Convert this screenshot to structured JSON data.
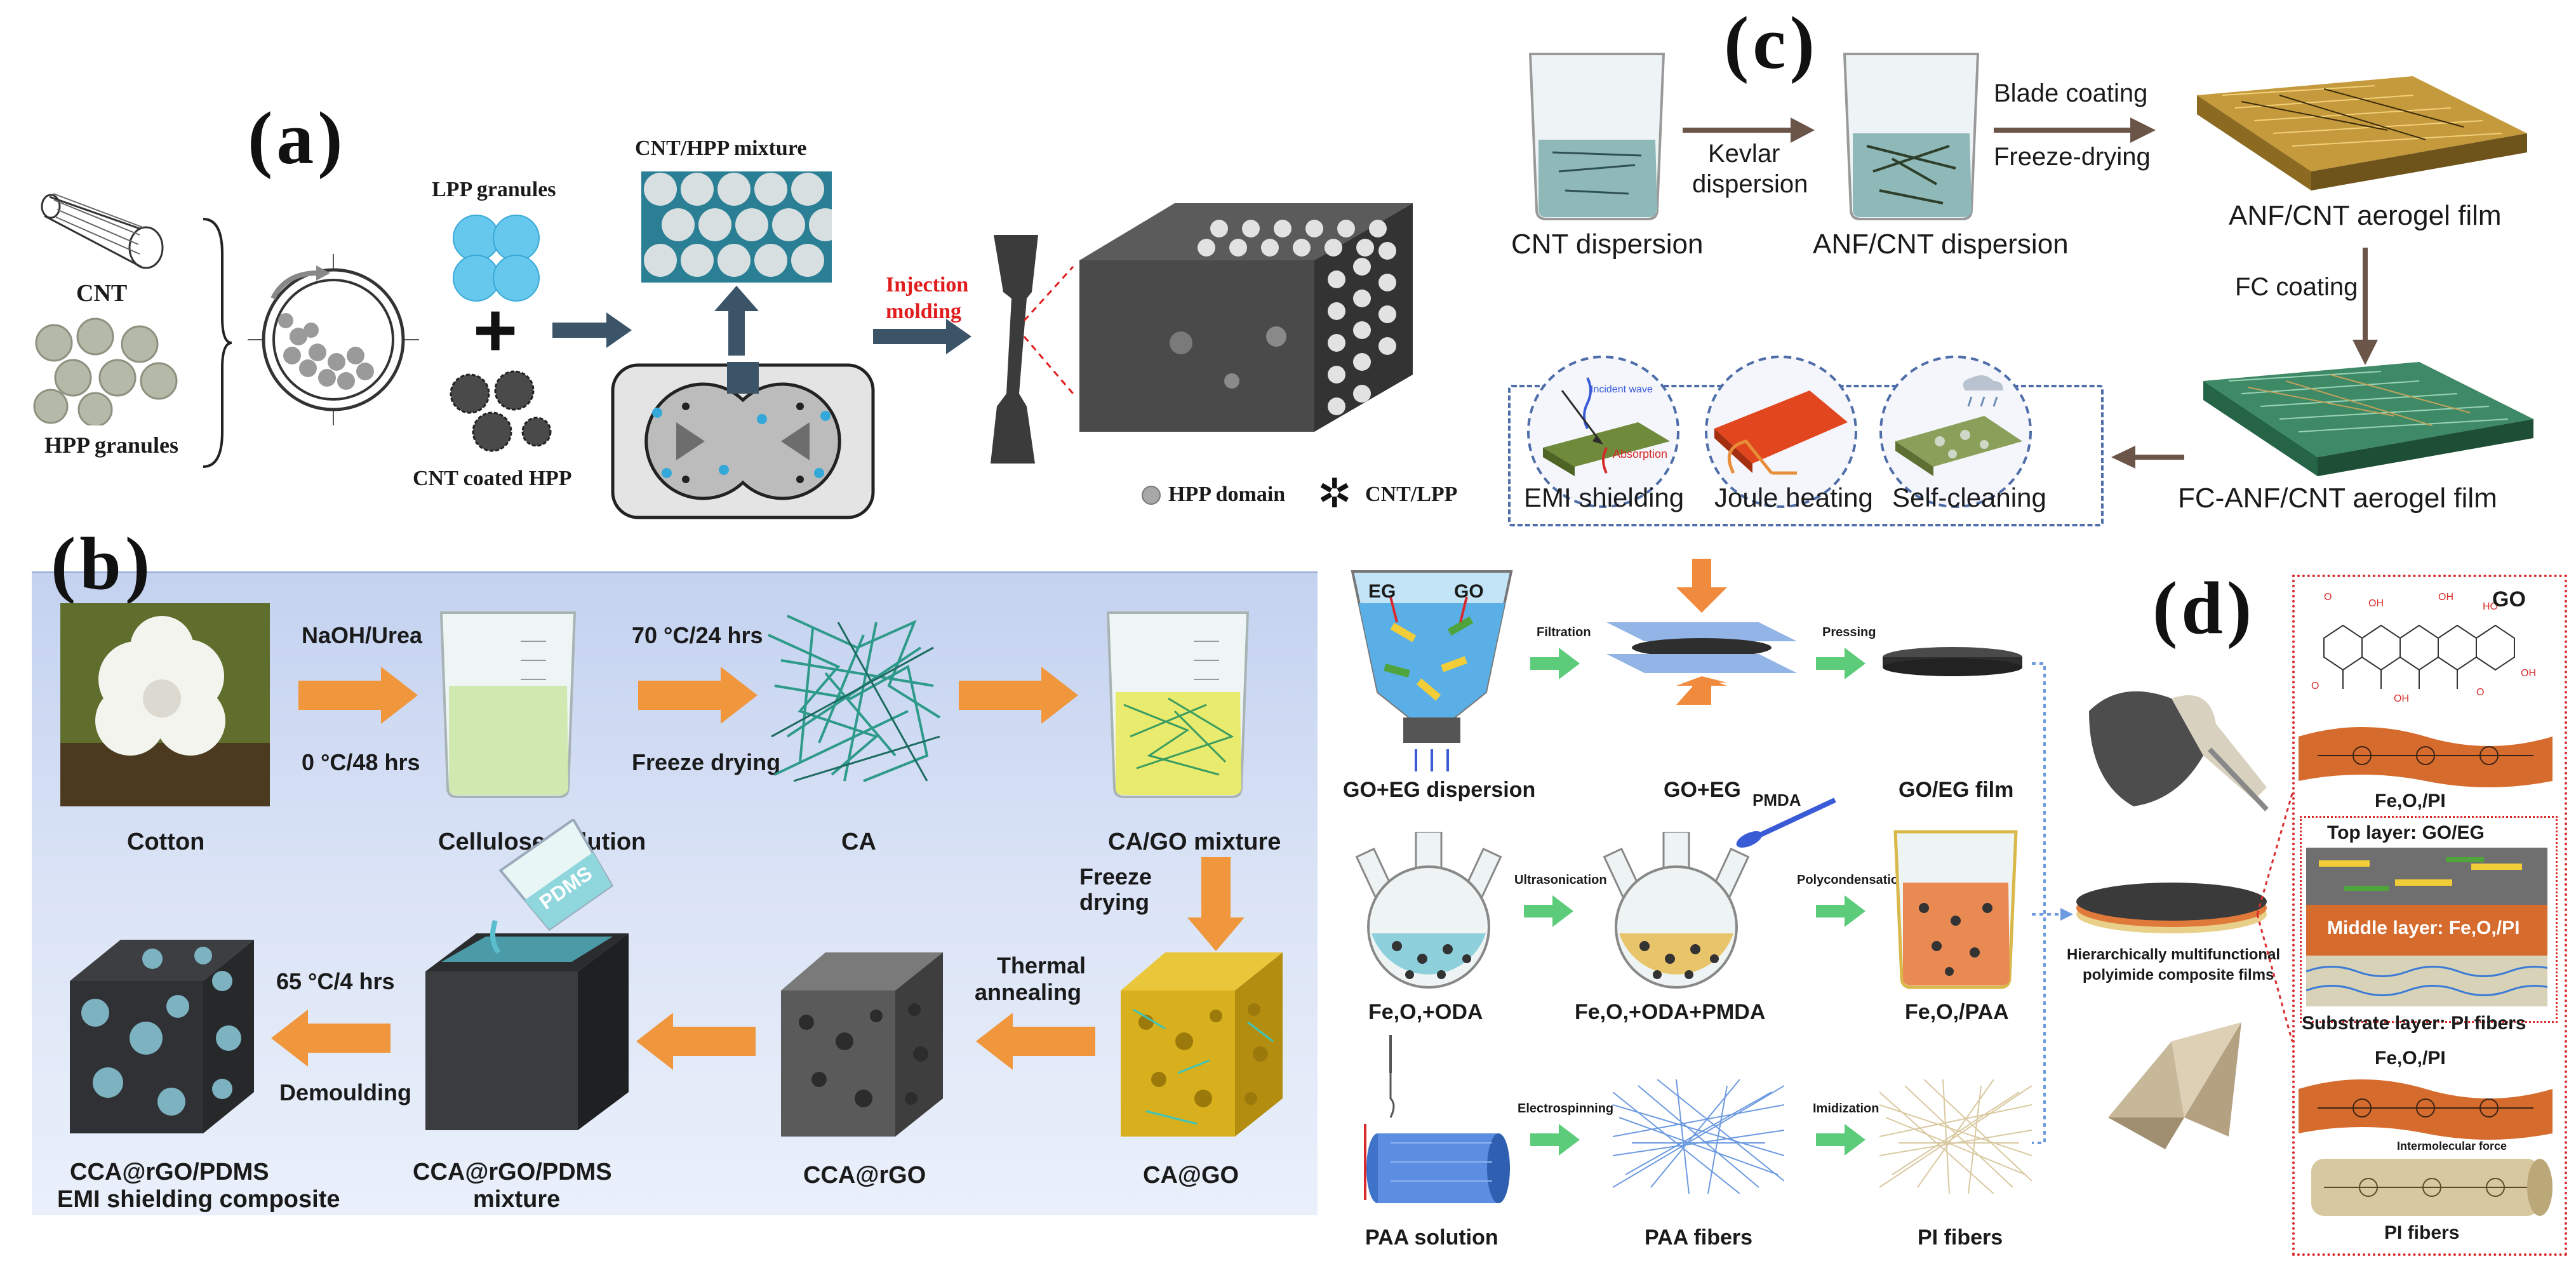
{
  "panels": {
    "a": {
      "letter": "(a)",
      "cnt": "CNT",
      "hpp_granules": "HPP granules",
      "lpp_granules": "LPP granules",
      "cnt_coated_hpp": "CNT coated HPP",
      "mixture": "CNT/HPP mixture",
      "injection1": "Injection",
      "injection2": "molding",
      "legend_hpp": "HPP domain",
      "legend_cnt": "CNT/LPP"
    },
    "b": {
      "letter": "(b)",
      "naoh": "NaOH/Urea",
      "naoh_cond": "0 °C/48 hrs",
      "temp1": "70 °C/24 hrs",
      "freeze1": "Freeze drying",
      "cotton": "Cotton",
      "cellulose": "Cellulose solution",
      "ca": "CA",
      "cago_mixture": "CA/GO mixture",
      "freeze2a": "Freeze",
      "freeze2b": "drying",
      "thermal1": "Thermal",
      "thermal2": "annealing",
      "pdms": "PDMS",
      "temp2": "65 °C/4 hrs",
      "demould": "Demoulding",
      "ccargo_comp1": "CCA@rGO/PDMS",
      "ccargo_comp2": "EMI shielding composite",
      "ccargo_mix1": "CCA@rGO/PDMS",
      "ccargo_mix2": "mixture",
      "ccargo": "CCA@rGO",
      "cago": "CA@GO"
    },
    "c": {
      "letter": "(c)",
      "kevlar1": "Kevlar",
      "kevlar2": "dispersion",
      "blade": "Blade coating",
      "freeze": "Freeze-drying",
      "cnt_disp": "CNT dispersion",
      "anf_disp": "ANF/CNT dispersion",
      "aerogel": "ANF/CNT aerogel film",
      "fc_coating": "FC  coating",
      "fc_aerogel": "FC-ANF/CNT aerogel film",
      "emi": "EMI shielding",
      "joule": "Joule heating",
      "self_clean": "Self-cleaning",
      "incident": "Incident wave",
      "absorption": "Absorption"
    },
    "d": {
      "letter": "(d)",
      "eg": "EG",
      "go": "GO",
      "filtration": "Filtration",
      "pressing": "Pressing",
      "go_eg_disp": "GO+EG dispersion",
      "go_eg": "GO+EG",
      "go_eg_film": "GO/EG film",
      "pmda": "PMDA",
      "ultrason": "Ultrasonication",
      "polycond": "Polycondensation",
      "fe_oda": "Fe,O,+ODA",
      "fe_oda_pmda": "Fe,O,+ODA+PMDA",
      "fe_paa": "Fe,O,/PAA",
      "electrospin": "Electrospinning",
      "imidization": "Imidization",
      "paa_solution": "PAA solution",
      "paa_fibers": "PAA fibers",
      "pi_fibers": "PI fibers",
      "hier1": "Hierarchically multifunctional",
      "hier2": "polyimide composite films",
      "go_label": "GO",
      "fe_pi_1": "Fe,O,/PI",
      "top_layer": "Top layer: GO/EG",
      "middle_layer": "Middle layer: Fe,O,/PI",
      "substrate_layer": "Substrate layer: PI fibers",
      "fe_pi_2": "Fe,O,/PI",
      "inter_force": "Intermolecular force",
      "pi_fibers_bottom": "PI fibers"
    }
  },
  "colors": {
    "arrow_orange": "#f0963c",
    "arrow_dark": "#3c5468",
    "arrow_green": "#5ccc7a",
    "panel_b_bg": "#d0dcf2",
    "dash_blue": "#4f6ea9",
    "dash_red": "#d92b2b"
  }
}
